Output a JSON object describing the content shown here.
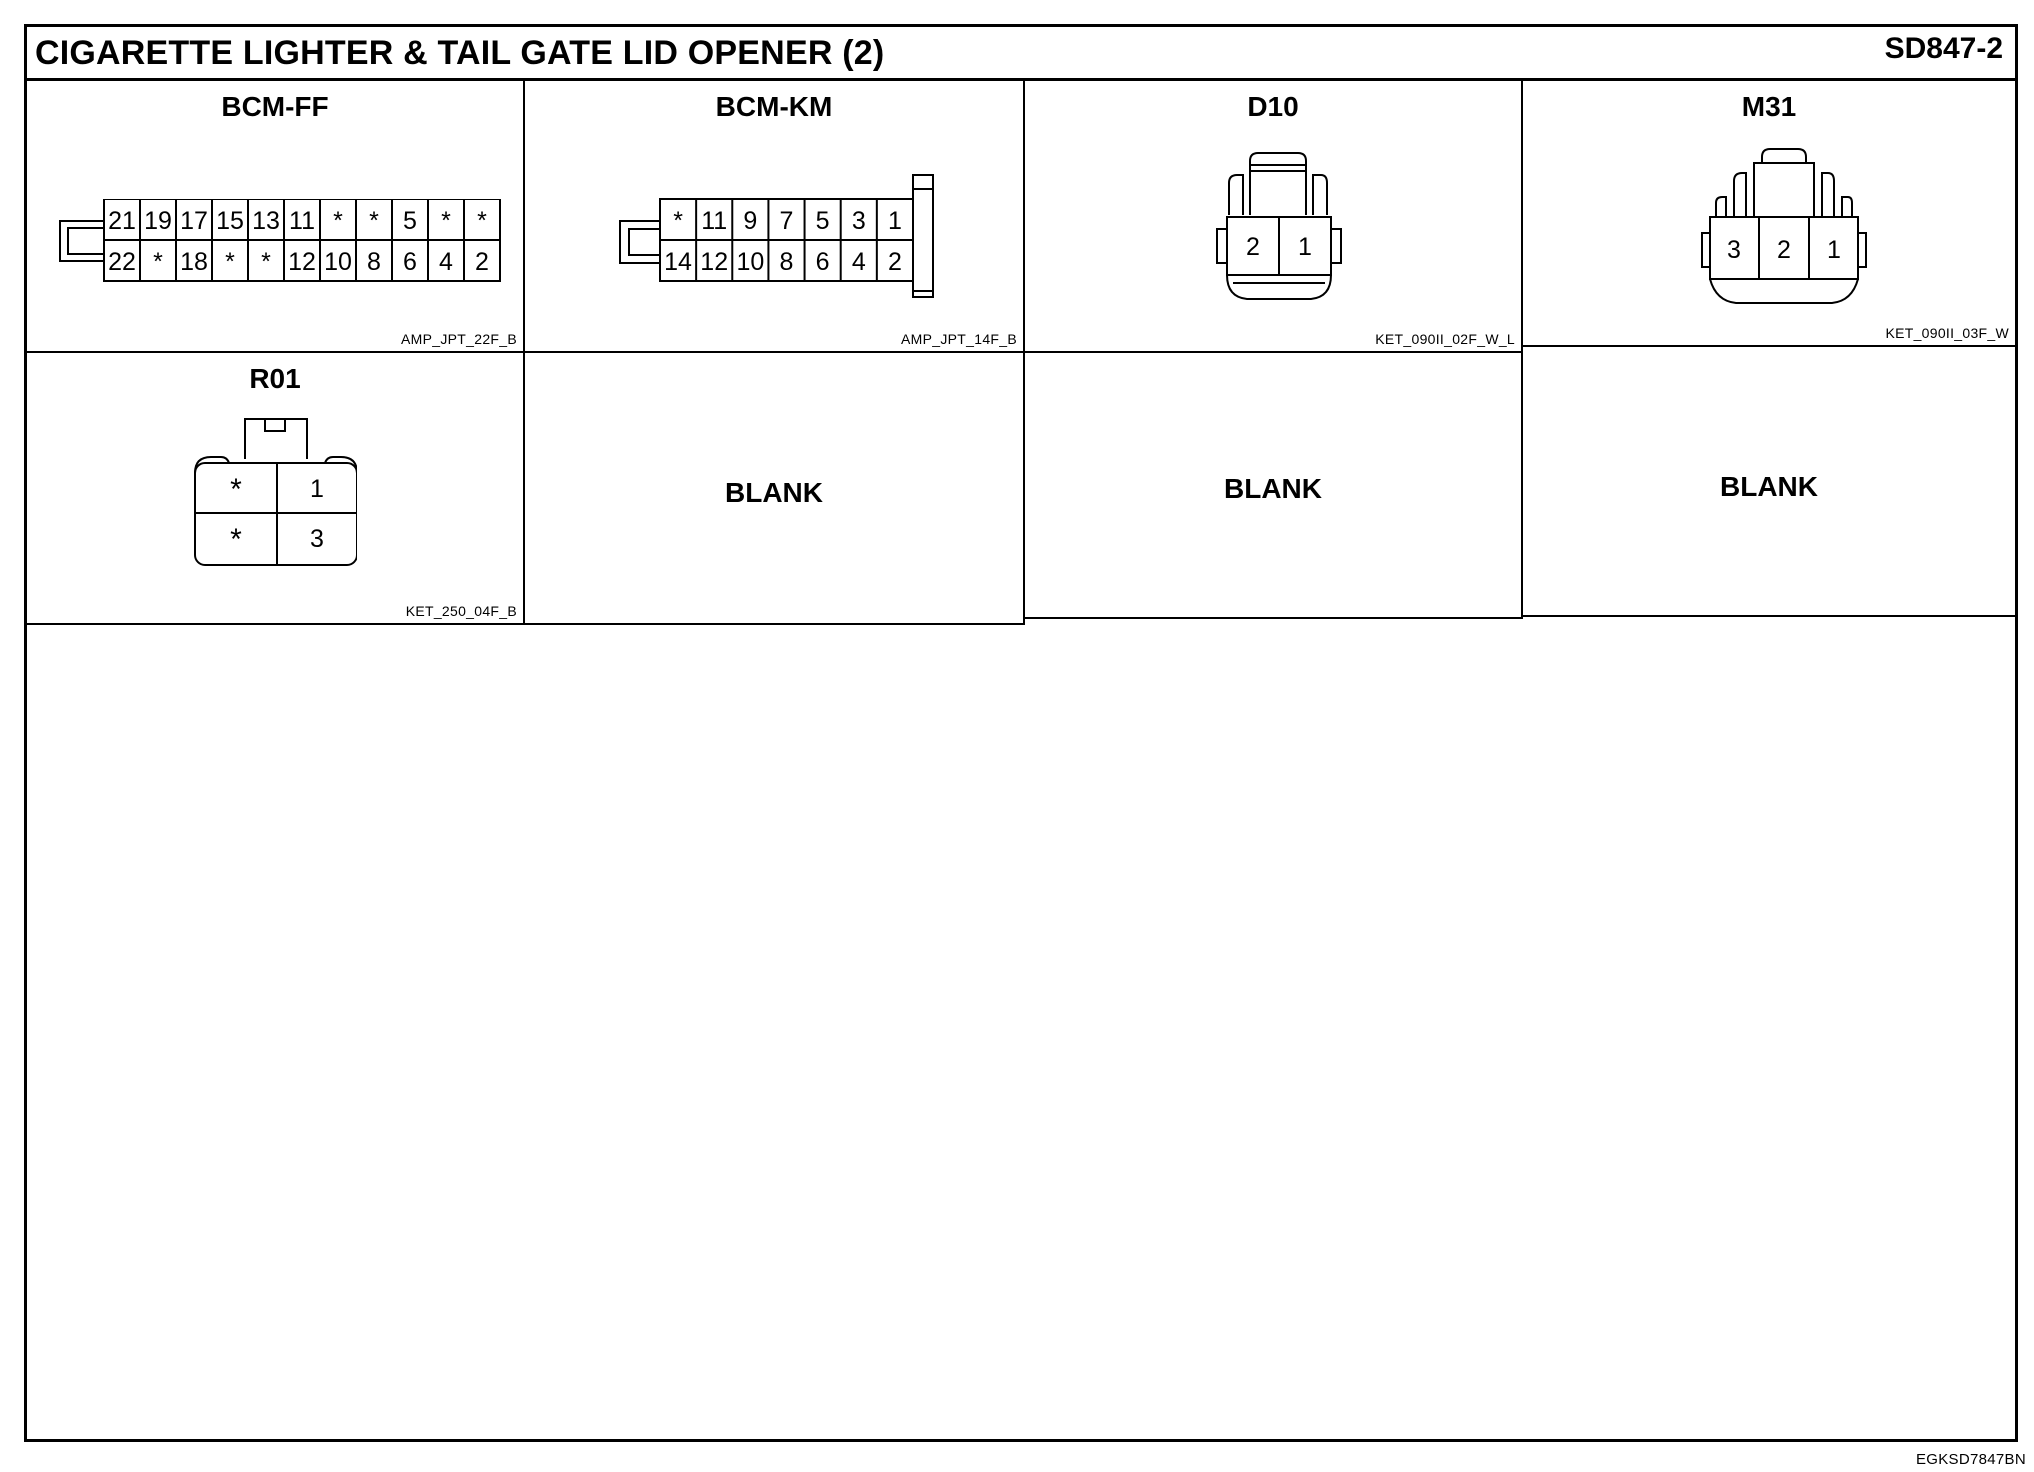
{
  "header": {
    "title": "CIGARETTE LIGHTER & TAIL GATE LID OPENER (2)",
    "code": "SD847-2"
  },
  "connectors": {
    "bcm_ff": {
      "name": "BCM-FF",
      "type": "AMP_JPT_22F_B",
      "top_row": [
        "21",
        "19",
        "17",
        "15",
        "13",
        "11",
        "*",
        "*",
        "5",
        "*",
        "*"
      ],
      "bottom_row": [
        "22",
        "*",
        "18",
        "*",
        "*",
        "12",
        "10",
        "8",
        "6",
        "4",
        "2"
      ]
    },
    "bcm_km": {
      "name": "BCM-KM",
      "type": "AMP_JPT_14F_B",
      "top_row": [
        "*",
        "11",
        "9",
        "7",
        "5",
        "3",
        "1"
      ],
      "bottom_row": [
        "14",
        "12",
        "10",
        "8",
        "6",
        "4",
        "2"
      ]
    },
    "d10": {
      "name": "D10",
      "type": "KET_090II_02F_W_L",
      "pins": [
        "2",
        "1"
      ]
    },
    "m31": {
      "name": "M31",
      "type": "KET_090II_03F_W",
      "pins": [
        "3",
        "2",
        "1"
      ]
    },
    "r01": {
      "name": "R01",
      "type": "KET_250_04F_B",
      "top_row": [
        "*",
        "1"
      ],
      "bottom_row": [
        "*",
        "3"
      ]
    }
  },
  "blanks": [
    "BLANK",
    "BLANK",
    "BLANK"
  ],
  "footer": {
    "code": "EGKSD7847BN"
  }
}
